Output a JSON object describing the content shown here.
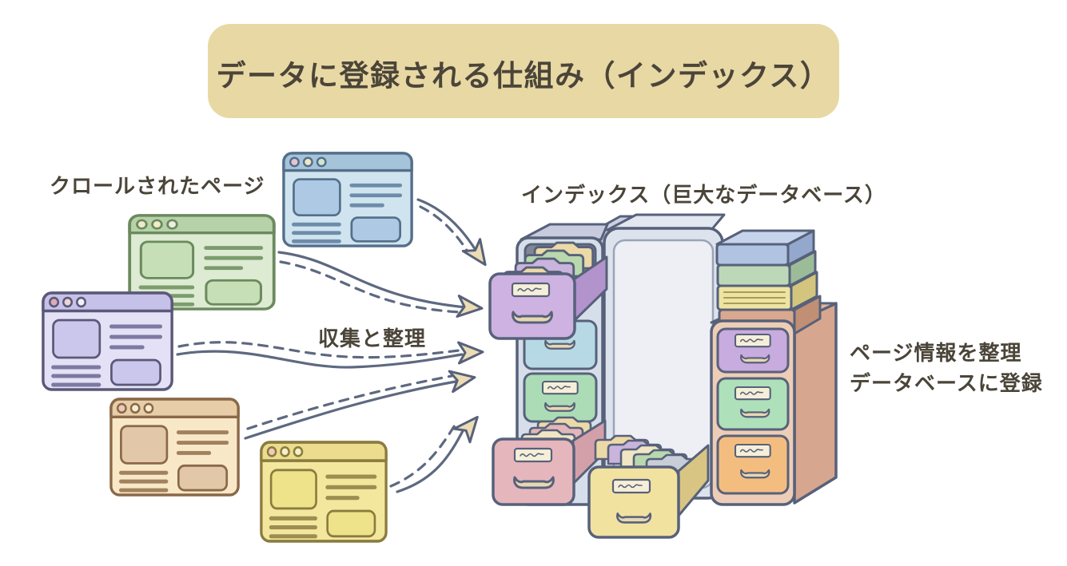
{
  "title": {
    "text": "データに登録される仕組み（インデックス）"
  },
  "labels": {
    "crawled_pages": "クロールされたページ",
    "index": "インデックス（巨大なデータベース）",
    "collect_organize": "収集と整理",
    "register_line1": "ページ情報を整理",
    "register_line2": "データベースに登録"
  },
  "icons": {
    "browser_windows": [
      "browser-window-green",
      "browser-window-blue",
      "browser-window-purple",
      "browser-window-orange",
      "browser-window-yellow"
    ],
    "arrows": [
      "flow-arrow-1",
      "flow-arrow-2",
      "flow-arrow-3",
      "flow-arrow-4",
      "flow-arrow-5"
    ],
    "cabinets": [
      "file-cabinet-left",
      "file-cabinet-middle",
      "file-cabinet-right",
      "book-stack",
      "open-drawer-purple",
      "open-drawer-pink",
      "open-drawer-yellow"
    ]
  },
  "palette": {
    "canvas": "#ffffff",
    "title_bg": "#e8d8a4",
    "text": "#4b4539",
    "outline": "#57617a",
    "handle": "#e7d7b2",
    "arrow": {
      "line": "#5d6980",
      "head_fill": "#ecdcb4"
    },
    "windows": {
      "green": {
        "border": "#6b8a5e",
        "header": "#b7d2a8",
        "body": "#dcebd2",
        "block": "#c6dfb6",
        "line": "#7c9c6e",
        "dot1": "#efe9cd",
        "dot2": "#f3edc7",
        "dot3": "#eaf0e1"
      },
      "blue": {
        "border": "#546f8a",
        "header": "#a5c4da",
        "body": "#cfe4ee",
        "block": "#adc9e3",
        "line": "#6e8caa",
        "dot1": "#e9c3d0",
        "dot2": "#f0e7c3",
        "dot3": "#d0e6cd"
      },
      "purple": {
        "border": "#5b5878",
        "header": "#c5c1e8",
        "body": "#e4e1f6",
        "block": "#cac6ec",
        "line": "#7d79a2",
        "dot1": "#e0a9b5",
        "dot2": "#edd5d7",
        "dot3": "#f3f1f7"
      },
      "orange": {
        "border": "#8a6848",
        "header": "#e7cda8",
        "body": "#f8e8c8",
        "block": "#e2c8a8",
        "line": "#a2825e",
        "dot1": "#edc9bd",
        "dot2": "#f7edd3",
        "dot3": "#f7edd3"
      },
      "yellow": {
        "border": "#8a7c3e",
        "header": "#ebdc8e",
        "body": "#f3e79e",
        "block": "#eee28b",
        "line": "#9c8e50",
        "dot1": "#efcbb9",
        "dot2": "#f7efc7",
        "dot3": "#f7efc7"
      }
    },
    "cabinets": {
      "left": {
        "face": "#d6dfe9",
        "top": "#c8cade",
        "slot": "#808896"
      },
      "middle": {
        "face": "#dde3ed",
        "panel": "#edeff5",
        "top": "#e2e7f0",
        "back": "#cdd0e4"
      },
      "right": {
        "face": "#eecdb7",
        "side": "#d7a68f",
        "top": "#e3b49c"
      }
    },
    "drawers": {
      "purple_open": {
        "front": "#cdb2e2",
        "side": "#b293cc"
      },
      "blue": "#b6d9e5",
      "green": "#abdcb6",
      "pink_open": {
        "front": "#e6b6bd",
        "side": "#d3a0a9"
      },
      "yellow_open": {
        "front": "#f2e2a0",
        "side": "#d8c583"
      },
      "right_purple": "#c8abdf",
      "right_green": "#aee0ba",
      "right_orange": "#f4bd80"
    },
    "books": {
      "blue": {
        "front": "#b0c4e2",
        "top": "#c6d4ec",
        "side": "#93a8cc"
      },
      "green": {
        "front": "#bdd8b8",
        "side": "#9cbc98"
      },
      "yellow": {
        "front": "#eee4a2",
        "side": "#d4c57e",
        "line": "#a89a58"
      },
      "salmon": {
        "front": "#d9a88e",
        "side": "#c08f74"
      }
    },
    "folders": {
      "tan": "#ecd9a8",
      "green": "#b9d8ae",
      "purple": "#c9b4dc",
      "pink": "#e3b6ba",
      "gray": "#c9cdd8",
      "cream": "#f0e6c4",
      "label": "#f6efd8"
    }
  }
}
